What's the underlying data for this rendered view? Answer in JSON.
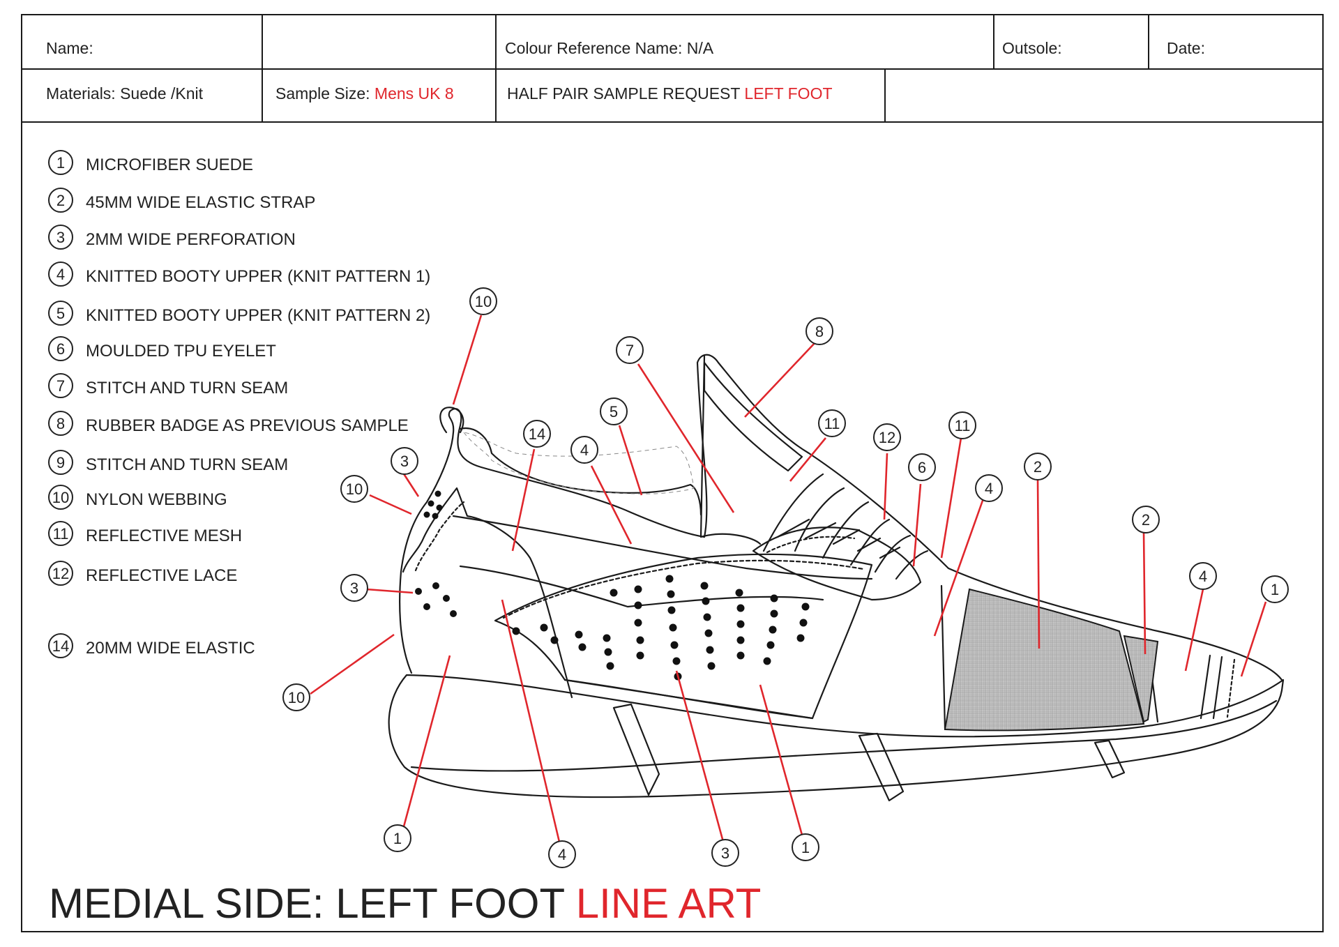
{
  "header": {
    "name_label": "Name:",
    "colour_reference": "Colour Reference Name: N/A",
    "outsole_label": "Outsole:",
    "date_label": "Date:",
    "materials": "Materials: Suede /Knit",
    "sample_size_label": "Sample Size: ",
    "sample_size_value": "Mens UK 8",
    "request_label": "HALF PAIR SAMPLE REQUEST ",
    "request_value": "LEFT FOOT"
  },
  "legend": [
    {
      "num": "1",
      "text": "MICROFIBER SUEDE"
    },
    {
      "num": "2",
      "text": "45MM WIDE ELASTIC STRAP"
    },
    {
      "num": "3",
      "text": "2MM WIDE PERFORATION"
    },
    {
      "num": "4",
      "text": "KNITTED BOOTY UPPER (KNIT PATTERN 1)"
    },
    {
      "num": "5",
      "text": "KNITTED BOOTY UPPER (KNIT PATTERN 2)"
    },
    {
      "num": "6",
      "text": "MOULDED TPU EYELET"
    },
    {
      "num": "7",
      "text": "STITCH AND TURN SEAM"
    },
    {
      "num": "8",
      "text": "RUBBER BADGE AS PREVIOUS SAMPLE"
    },
    {
      "num": "9",
      "text": "STITCH AND TURN SEAM"
    },
    {
      "num": "10",
      "text": "NYLON WEBBING"
    },
    {
      "num": "11",
      "text": "REFLECTIVE MESH"
    },
    {
      "num": "12",
      "text": "REFLECTIVE LACE"
    },
    {
      "num": "14",
      "text": "20MM WIDE ELASTIC"
    }
  ],
  "callouts": [
    "10",
    "8",
    "7",
    "11",
    "12",
    "11",
    "6",
    "2",
    "5",
    "14",
    "4",
    "4",
    "2",
    "4",
    "1",
    "3",
    "10",
    "3",
    "10",
    "1",
    "4",
    "3",
    "1"
  ],
  "footer": {
    "title_main": "MEDIAL SIDE: LEFT FOOT ",
    "title_accent": "LINE ART"
  },
  "colors": {
    "accent": "#e0262c",
    "line": "#1a1a1a",
    "mesh": "#b8b8b8"
  }
}
